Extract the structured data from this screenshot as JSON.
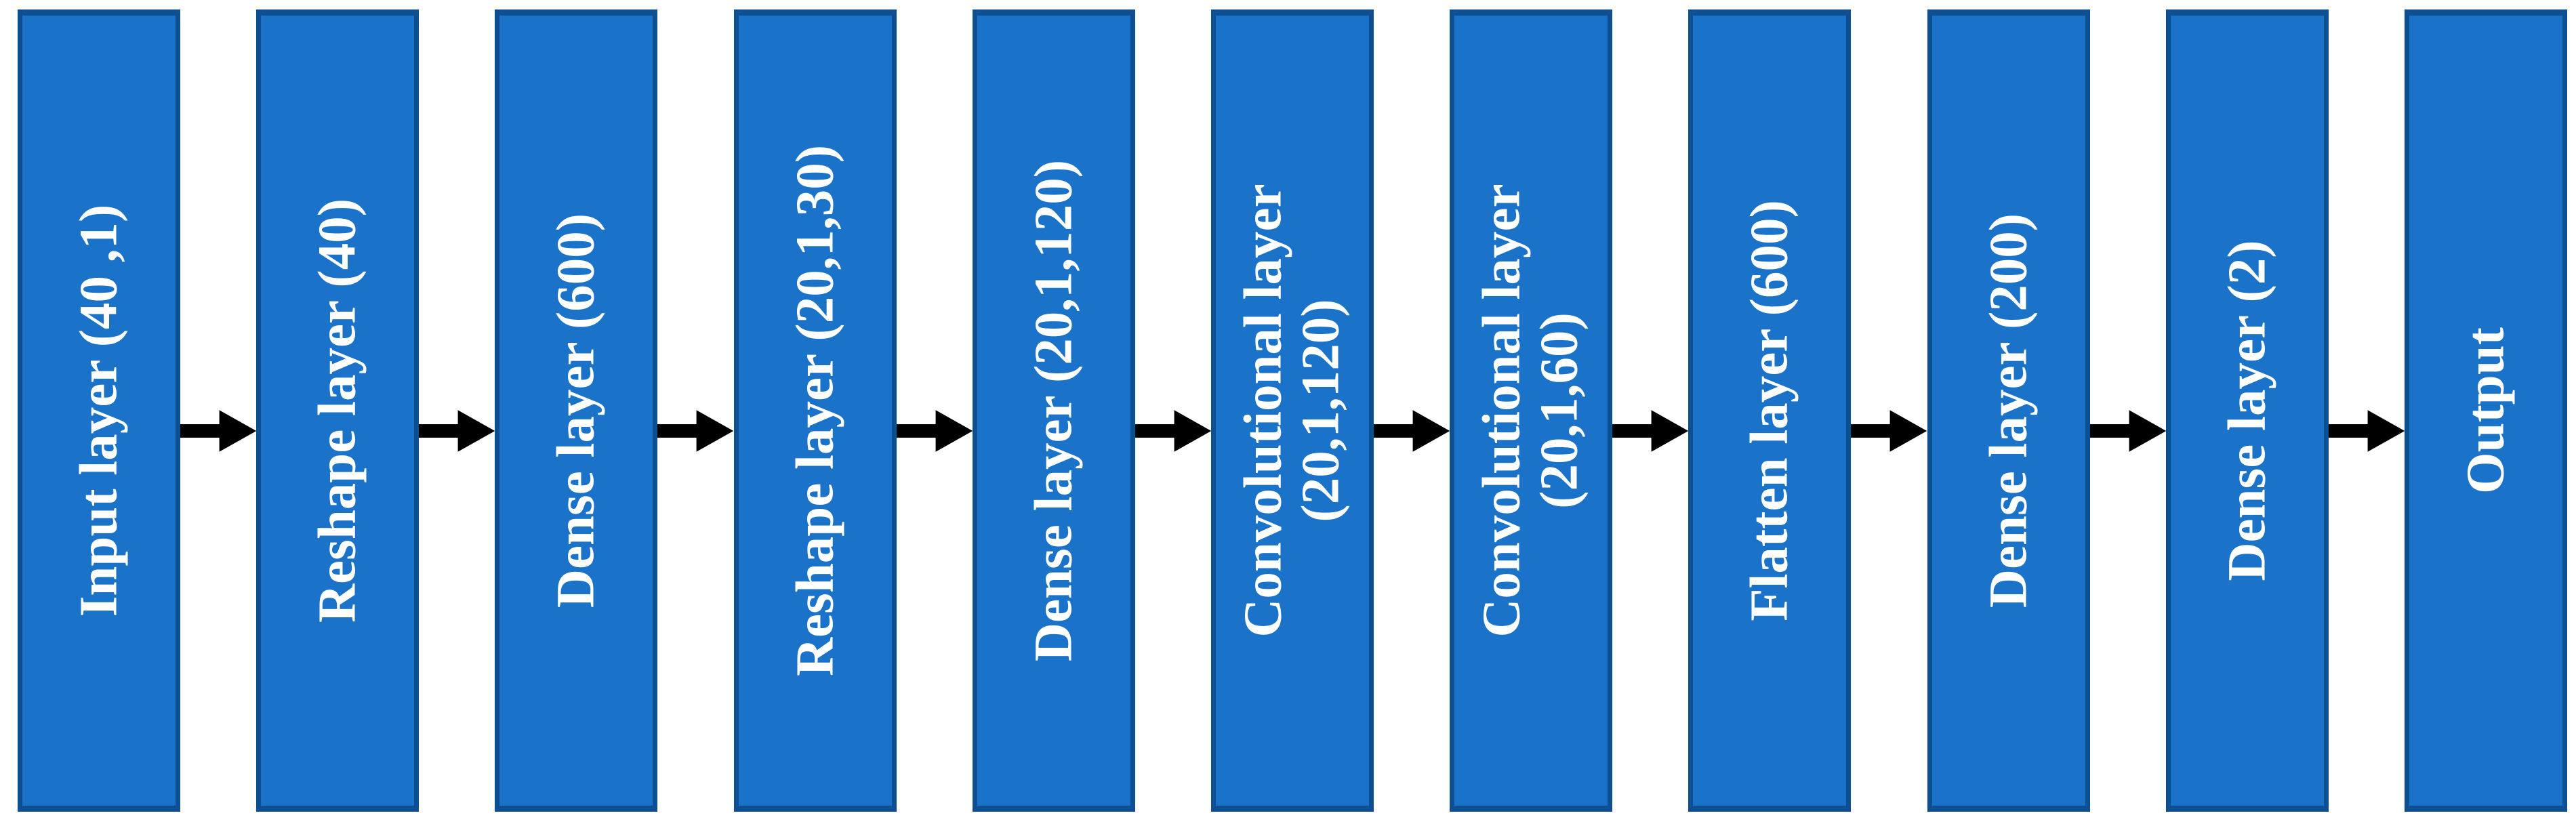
{
  "diagram": {
    "type": "flowchart",
    "direction": "left-to-right",
    "colors": {
      "box_fill": "#1a73c8",
      "box_border": "#0d4f90",
      "text": "#ffffff",
      "arrow": "#000000",
      "background": "#ffffff"
    },
    "nodes": [
      {
        "label": "Input layer (40 ,1)"
      },
      {
        "label": "Reshape layer (40)"
      },
      {
        "label": "Dense layer (600)"
      },
      {
        "label": "Reshape layer (20,1,30)"
      },
      {
        "label": "Dense layer (20,1,120)"
      },
      {
        "label": "Convolutional layer\n(20,1,120)"
      },
      {
        "label": "Convolutional layer\n(20,1,60)"
      },
      {
        "label": "Flatten layer (600)"
      },
      {
        "label": "Dense layer (200)"
      },
      {
        "label": "Dense layer (2)"
      },
      {
        "label": "Output"
      }
    ],
    "connector": "right-arrow"
  }
}
